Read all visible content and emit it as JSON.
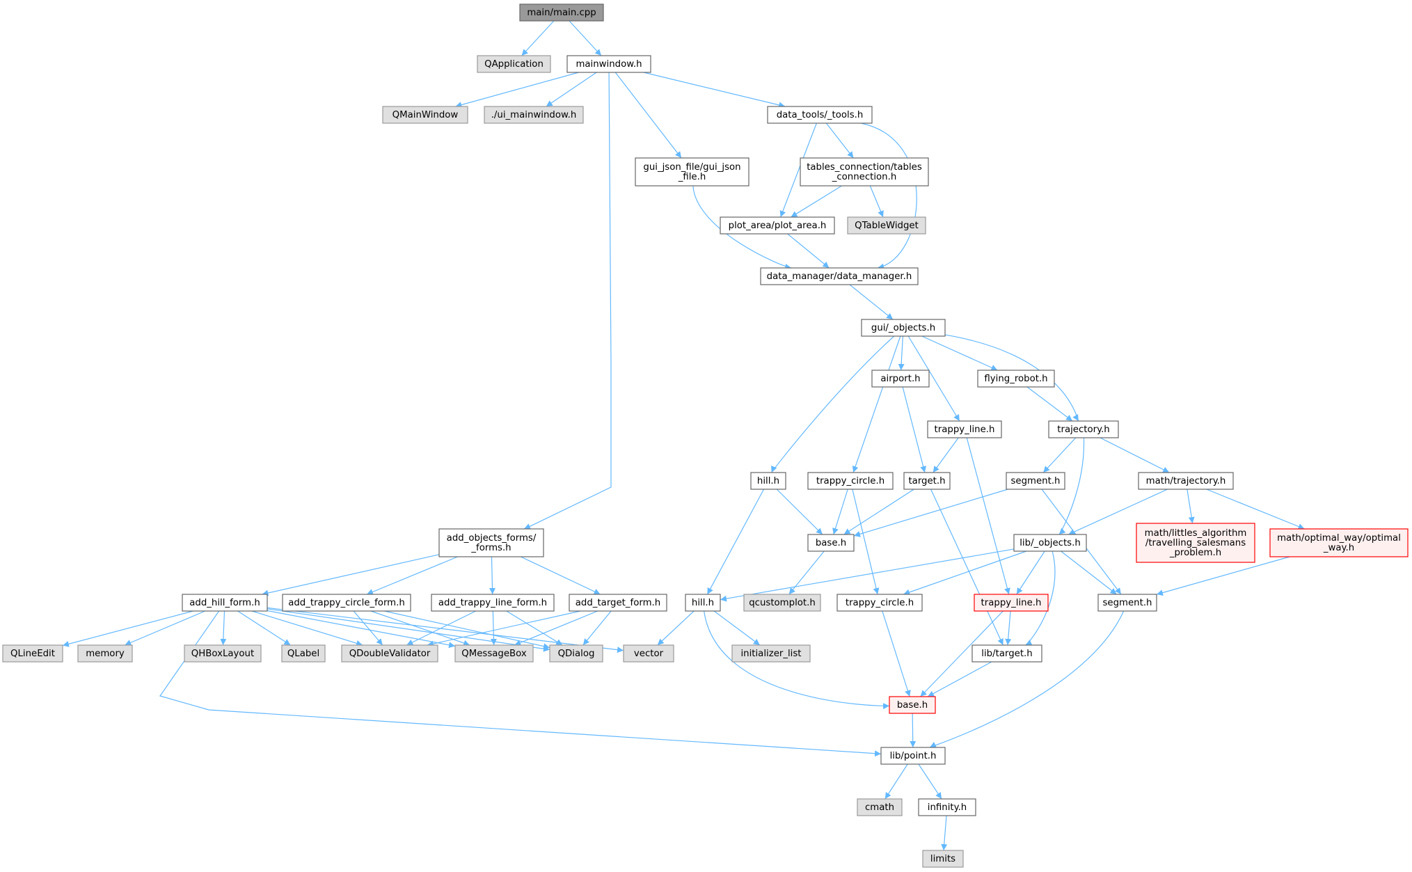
{
  "colors": {
    "edge": "#63b8ff",
    "node_default_fill": "#ffffff",
    "node_default_stroke": "#666666",
    "node_root_fill": "#999999",
    "node_external_fill": "#e0e0e0",
    "node_external_stroke": "#999999",
    "node_truncated_fill": "#fff0f0",
    "node_truncated_stroke": "#ff0000"
  },
  "nodes": [
    {
      "id": "main",
      "lines": [
        "main/main.cpp"
      ],
      "style": "root"
    },
    {
      "id": "qapplication",
      "lines": [
        "QApplication"
      ],
      "style": "external"
    },
    {
      "id": "mainwindow",
      "lines": [
        "mainwindow.h"
      ],
      "style": "default"
    },
    {
      "id": "qmainwindow",
      "lines": [
        "QMainWindow"
      ],
      "style": "external"
    },
    {
      "id": "ui_mainwindow",
      "lines": [
        "./ui_mainwindow.h"
      ],
      "style": "external"
    },
    {
      "id": "data_tools",
      "lines": [
        "data_tools/_tools.h"
      ],
      "style": "default"
    },
    {
      "id": "gui_json",
      "lines": [
        "gui_json_file/gui_json",
        "_file.h"
      ],
      "style": "default"
    },
    {
      "id": "tables_conn",
      "lines": [
        "tables_connection/tables",
        "_connection.h"
      ],
      "style": "default"
    },
    {
      "id": "plot_area",
      "lines": [
        "plot_area/plot_area.h"
      ],
      "style": "default"
    },
    {
      "id": "qtablewidget",
      "lines": [
        "QTableWidget"
      ],
      "style": "external"
    },
    {
      "id": "data_manager",
      "lines": [
        "data_manager/data_manager.h"
      ],
      "style": "default"
    },
    {
      "id": "gui_objects",
      "lines": [
        "gui/_objects.h"
      ],
      "style": "default"
    },
    {
      "id": "airport",
      "lines": [
        "airport.h"
      ],
      "style": "default"
    },
    {
      "id": "flying_robot",
      "lines": [
        "flying_robot.h"
      ],
      "style": "default"
    },
    {
      "id": "trappy_line_gui",
      "lines": [
        "trappy_line.h"
      ],
      "style": "default"
    },
    {
      "id": "trajectory_gui",
      "lines": [
        "trajectory.h"
      ],
      "style": "default"
    },
    {
      "id": "hill_gui",
      "lines": [
        "hill.h"
      ],
      "style": "default"
    },
    {
      "id": "trappy_circle_gui",
      "lines": [
        "trappy_circle.h"
      ],
      "style": "default"
    },
    {
      "id": "target_gui",
      "lines": [
        "target.h"
      ],
      "style": "default"
    },
    {
      "id": "segment_gui",
      "lines": [
        "segment.h"
      ],
      "style": "default"
    },
    {
      "id": "math_trajectory",
      "lines": [
        "math/trajectory.h"
      ],
      "style": "default"
    },
    {
      "id": "base_gui",
      "lines": [
        "base.h"
      ],
      "style": "default"
    },
    {
      "id": "lib_objects",
      "lines": [
        "lib/_objects.h"
      ],
      "style": "default"
    },
    {
      "id": "littles",
      "lines": [
        "math/littles_algorithm",
        "/travelling_salesmans",
        "_problem.h"
      ],
      "style": "truncated"
    },
    {
      "id": "optimal_way",
      "lines": [
        "math/optimal_way/optimal",
        "_way.h"
      ],
      "style": "truncated"
    },
    {
      "id": "add_objects_forms",
      "lines": [
        "add_objects_forms/",
        "_forms.h"
      ],
      "style": "default"
    },
    {
      "id": "add_hill_form",
      "lines": [
        "add_hill_form.h"
      ],
      "style": "default"
    },
    {
      "id": "add_trappy_circle_form",
      "lines": [
        "add_trappy_circle_form.h"
      ],
      "style": "default"
    },
    {
      "id": "add_trappy_line_form",
      "lines": [
        "add_trappy_line_form.h"
      ],
      "style": "default"
    },
    {
      "id": "add_target_form",
      "lines": [
        "add_target_form.h"
      ],
      "style": "default"
    },
    {
      "id": "hill_lib",
      "lines": [
        "hill.h"
      ],
      "style": "default"
    },
    {
      "id": "qcustomplot",
      "lines": [
        "qcustomplot.h"
      ],
      "style": "external"
    },
    {
      "id": "trappy_circle_lib",
      "lines": [
        "trappy_circle.h"
      ],
      "style": "default"
    },
    {
      "id": "trappy_line_lib",
      "lines": [
        "trappy_line.h"
      ],
      "style": "truncated"
    },
    {
      "id": "segment_lib",
      "lines": [
        "segment.h"
      ],
      "style": "default"
    },
    {
      "id": "qlineedit",
      "lines": [
        "QLineEdit"
      ],
      "style": "external"
    },
    {
      "id": "memory",
      "lines": [
        "memory"
      ],
      "style": "external"
    },
    {
      "id": "qhboxlayout",
      "lines": [
        "QHBoxLayout"
      ],
      "style": "external"
    },
    {
      "id": "qlabel",
      "lines": [
        "QLabel"
      ],
      "style": "external"
    },
    {
      "id": "qdoublevalidator",
      "lines": [
        "QDoubleValidator"
      ],
      "style": "external"
    },
    {
      "id": "qmessagebox",
      "lines": [
        "QMessageBox"
      ],
      "style": "external"
    },
    {
      "id": "qdialog",
      "lines": [
        "QDialog"
      ],
      "style": "external"
    },
    {
      "id": "vector",
      "lines": [
        "vector"
      ],
      "style": "external"
    },
    {
      "id": "initializer_list",
      "lines": [
        "initializer_list"
      ],
      "style": "external"
    },
    {
      "id": "lib_target",
      "lines": [
        "lib/target.h"
      ],
      "style": "default"
    },
    {
      "id": "base_lib",
      "lines": [
        "base.h"
      ],
      "style": "truncated"
    },
    {
      "id": "lib_point",
      "lines": [
        "lib/point.h"
      ],
      "style": "default"
    },
    {
      "id": "cmath",
      "lines": [
        "cmath"
      ],
      "style": "external"
    },
    {
      "id": "infinity",
      "lines": [
        "infinity.h"
      ],
      "style": "default"
    },
    {
      "id": "limits",
      "lines": [
        "limits"
      ],
      "style": "external"
    }
  ],
  "edges": [
    [
      "main",
      "qapplication"
    ],
    [
      "main",
      "mainwindow"
    ],
    [
      "mainwindow",
      "qmainwindow"
    ],
    [
      "mainwindow",
      "ui_mainwindow"
    ],
    [
      "mainwindow",
      "data_tools"
    ],
    [
      "mainwindow",
      "gui_json"
    ],
    [
      "mainwindow",
      "add_objects_forms"
    ],
    [
      "data_tools",
      "tables_conn"
    ],
    [
      "data_tools",
      "plot_area"
    ],
    [
      "data_tools",
      "data_manager"
    ],
    [
      "gui_json",
      "data_manager"
    ],
    [
      "tables_conn",
      "plot_area"
    ],
    [
      "tables_conn",
      "qtablewidget"
    ],
    [
      "plot_area",
      "data_manager"
    ],
    [
      "data_manager",
      "gui_objects"
    ],
    [
      "gui_objects",
      "airport"
    ],
    [
      "gui_objects",
      "flying_robot"
    ],
    [
      "gui_objects",
      "trappy_line_gui"
    ],
    [
      "gui_objects",
      "trajectory_gui"
    ],
    [
      "gui_objects",
      "hill_gui"
    ],
    [
      "gui_objects",
      "trappy_circle_gui"
    ],
    [
      "airport",
      "target_gui"
    ],
    [
      "flying_robot",
      "trajectory_gui"
    ],
    [
      "trappy_line_gui",
      "target_gui"
    ],
    [
      "trappy_line_gui",
      "trappy_line_lib"
    ],
    [
      "trajectory_gui",
      "segment_gui"
    ],
    [
      "trajectory_gui",
      "math_trajectory"
    ],
    [
      "trajectory_gui",
      "lib_objects"
    ],
    [
      "hill_gui",
      "base_gui"
    ],
    [
      "hill_gui",
      "hill_lib"
    ],
    [
      "trappy_circle_gui",
      "base_gui"
    ],
    [
      "trappy_circle_gui",
      "trappy_circle_lib"
    ],
    [
      "target_gui",
      "base_gui"
    ],
    [
      "target_gui",
      "lib_target"
    ],
    [
      "segment_gui",
      "base_gui"
    ],
    [
      "segment_gui",
      "segment_lib"
    ],
    [
      "math_trajectory",
      "lib_objects"
    ],
    [
      "math_trajectory",
      "littles"
    ],
    [
      "math_trajectory",
      "optimal_way"
    ],
    [
      "base_gui",
      "qcustomplot"
    ],
    [
      "lib_objects",
      "hill_lib"
    ],
    [
      "lib_objects",
      "trappy_circle_lib"
    ],
    [
      "lib_objects",
      "trappy_line_lib"
    ],
    [
      "lib_objects",
      "segment_lib"
    ],
    [
      "lib_objects",
      "lib_target"
    ],
    [
      "optimal_way",
      "segment_lib"
    ],
    [
      "add_objects_forms",
      "add_hill_form"
    ],
    [
      "add_objects_forms",
      "add_trappy_circle_form"
    ],
    [
      "add_objects_forms",
      "add_trappy_line_form"
    ],
    [
      "add_objects_forms",
      "add_target_form"
    ],
    [
      "add_hill_form",
      "qlineedit"
    ],
    [
      "add_hill_form",
      "memory"
    ],
    [
      "add_hill_form",
      "qhboxlayout"
    ],
    [
      "add_hill_form",
      "qlabel"
    ],
    [
      "add_hill_form",
      "qdoublevalidator"
    ],
    [
      "add_hill_form",
      "qmessagebox"
    ],
    [
      "add_hill_form",
      "qdialog"
    ],
    [
      "add_hill_form",
      "vector"
    ],
    [
      "add_hill_form",
      "lib_point"
    ],
    [
      "add_trappy_circle_form",
      "qdoublevalidator"
    ],
    [
      "add_trappy_circle_form",
      "qmessagebox"
    ],
    [
      "add_trappy_circle_form",
      "qdialog"
    ],
    [
      "add_trappy_line_form",
      "qdoublevalidator"
    ],
    [
      "add_trappy_line_form",
      "qmessagebox"
    ],
    [
      "add_trappy_line_form",
      "qdialog"
    ],
    [
      "add_target_form",
      "qdoublevalidator"
    ],
    [
      "add_target_form",
      "qmessagebox"
    ],
    [
      "add_target_form",
      "qdialog"
    ],
    [
      "hill_lib",
      "vector"
    ],
    [
      "hill_lib",
      "initializer_list"
    ],
    [
      "hill_lib",
      "base_lib"
    ],
    [
      "trappy_circle_lib",
      "base_lib"
    ],
    [
      "trappy_line_lib",
      "lib_target"
    ],
    [
      "trappy_line_lib",
      "base_lib"
    ],
    [
      "lib_target",
      "base_lib"
    ],
    [
      "segment_lib",
      "lib_point"
    ],
    [
      "base_lib",
      "lib_point"
    ],
    [
      "lib_point",
      "cmath"
    ],
    [
      "lib_point",
      "infinity"
    ],
    [
      "infinity",
      "limits"
    ]
  ]
}
